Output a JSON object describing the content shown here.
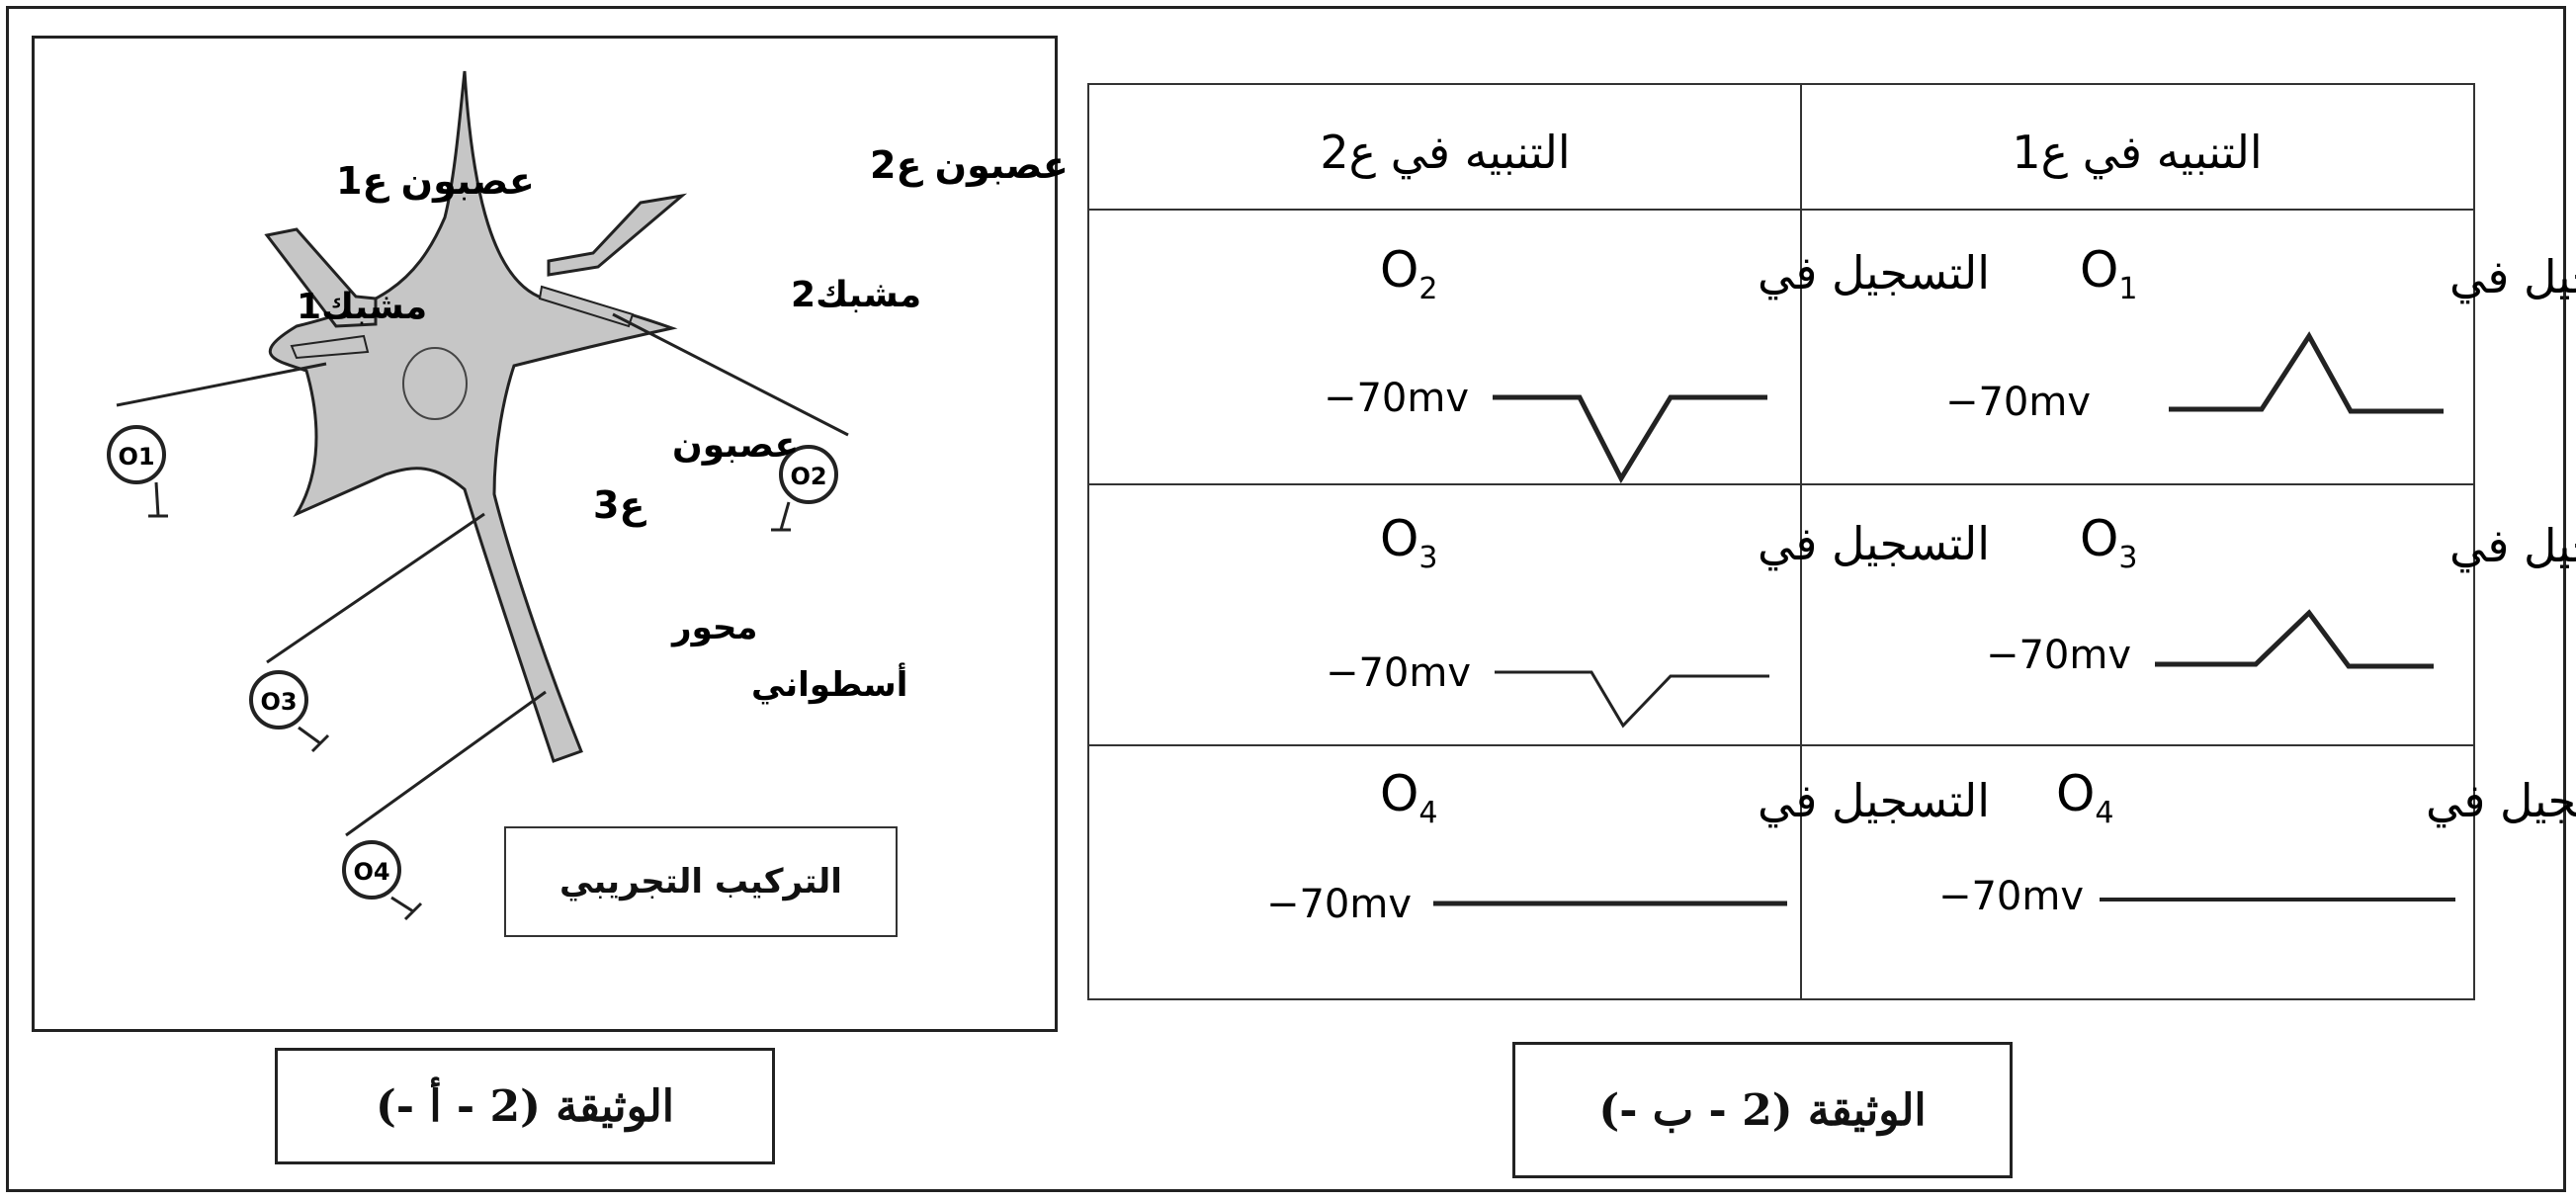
{
  "doc_a": {
    "caption": "الوثيقة (2 - أ -)",
    "setup_label": "التركيب التجريبي",
    "labels": {
      "neuron1": "عصبون ع1",
      "neuron2": "عصبون ع2",
      "synapse1": "مشبك1",
      "synapse2": "مشبك2",
      "neuron3_line1": "عصبون",
      "neuron3_line2": "ع3",
      "axon_line1": "محور",
      "axon_line2": "أسطواني",
      "o1": "O1",
      "o2": "O2",
      "o3": "O3",
      "o4": "O4"
    }
  },
  "doc_b": {
    "caption": "الوثيقة (2 - ب -)",
    "headers": {
      "col_stim1": "التنبيه في ع1",
      "col_stim2": "التنبيه في ع2"
    },
    "record_prefix": "التسجيل في",
    "potential_label": "−70mv",
    "rows": [
      {
        "right_electrode": "O",
        "right_sub": "1",
        "left_electrode": "O",
        "left_sub": "2",
        "right_trace": "depolarization",
        "left_trace": "hyperpolarization"
      },
      {
        "right_electrode": "O",
        "right_sub": "3",
        "left_electrode": "O",
        "left_sub": "3",
        "right_trace": "small-depolarization",
        "left_trace": "small-hyperpolarization"
      },
      {
        "right_electrode": "O",
        "right_sub": "4",
        "left_electrode": "O",
        "left_sub": "4",
        "right_trace": "flat",
        "left_trace": "flat"
      }
    ]
  },
  "colors": {
    "neuron_fill": "#c6c6c6",
    "line": "#222222"
  }
}
